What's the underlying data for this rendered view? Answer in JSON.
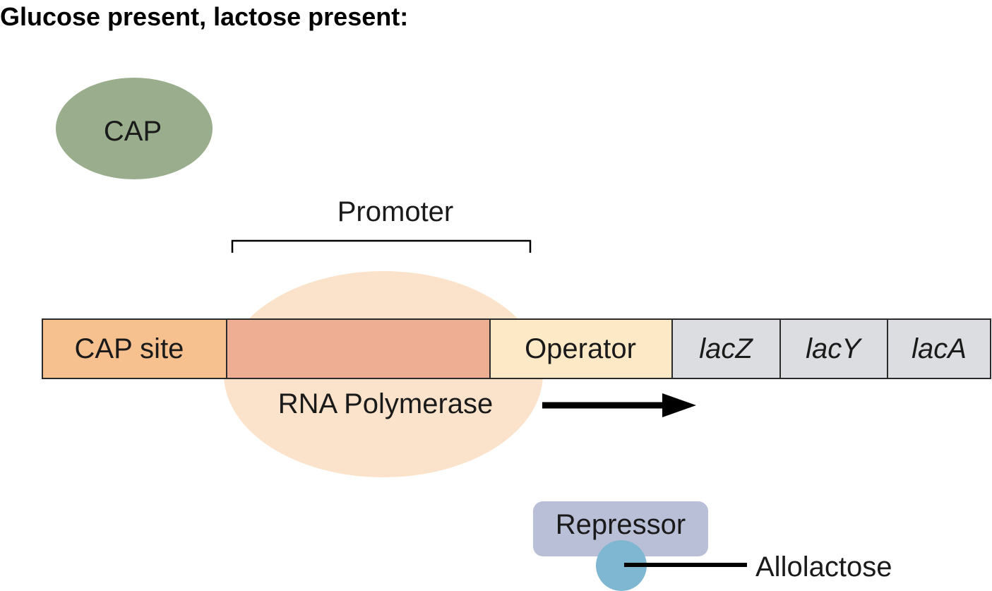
{
  "title": "Glucose present, lactose present:",
  "cap": {
    "label": "CAP",
    "color": "#9aae8d"
  },
  "promoter": {
    "label": "Promoter"
  },
  "rna_polymerase": {
    "label": "RNA Polymerase",
    "color": "#fbe3cb"
  },
  "dna_segments": {
    "cap_site": {
      "label": "CAP site",
      "color": "#f6c08f"
    },
    "promoter_region": {
      "label": "",
      "color": "#eeae94"
    },
    "operator": {
      "label": "Operator",
      "color": "#fde9c6"
    },
    "lacZ": {
      "label": "lacZ",
      "color": "#dcdde0"
    },
    "lacY": {
      "label": "lacY",
      "color": "#dcdde0"
    },
    "lacA": {
      "label": "lacA",
      "color": "#dcdde0"
    }
  },
  "repressor": {
    "label": "Repressor",
    "color": "#b9bfd7"
  },
  "allolactose": {
    "label": "Allolactose",
    "color": "#7fb6d2"
  },
  "transcription_arrow": {
    "icon": "arrow-right-icon",
    "color": "#000000"
  }
}
